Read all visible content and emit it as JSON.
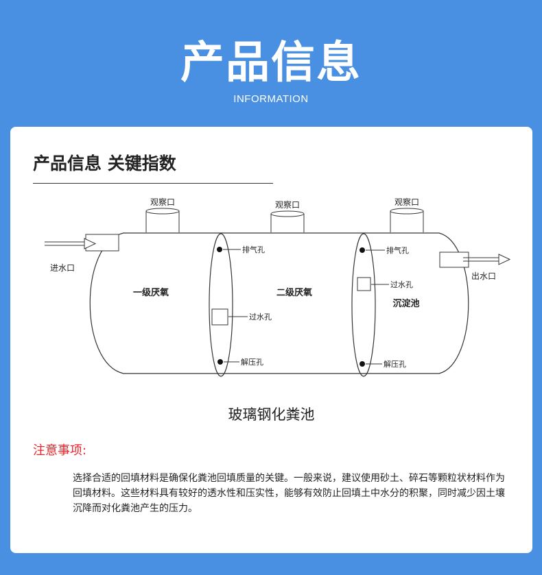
{
  "header": {
    "title": "产品信息",
    "subtitle": "INFORMATION"
  },
  "section": {
    "title": "产品信息 关键指数"
  },
  "diagram": {
    "labels": {
      "obs1": "观察口",
      "obs2": "观察口",
      "obs3": "观察口",
      "inlet": "进水口",
      "outlet": "出水口",
      "vent1": "排气孔",
      "vent2": "排气孔",
      "pass1": "过水孔",
      "pass2": "过水孔",
      "relief1": "解压孔",
      "relief2": "解压孔",
      "chamber1": "一级厌氧",
      "chamber2": "二级厌氧",
      "chamber3": "沉淀池"
    },
    "caption": "玻璃钢化粪池"
  },
  "notice": {
    "title": "注意事项:",
    "body": "选择合适的回填材料是确保化粪池回填质量的关键。一般来说，建议使用砂土、碎石等颗粒状材料作为回填材料。这些材料具有较好的透水性和压实性，能够有效防止回填土中水分的积聚，同时减少因土壤沉降而对化粪池产生的压力。"
  }
}
